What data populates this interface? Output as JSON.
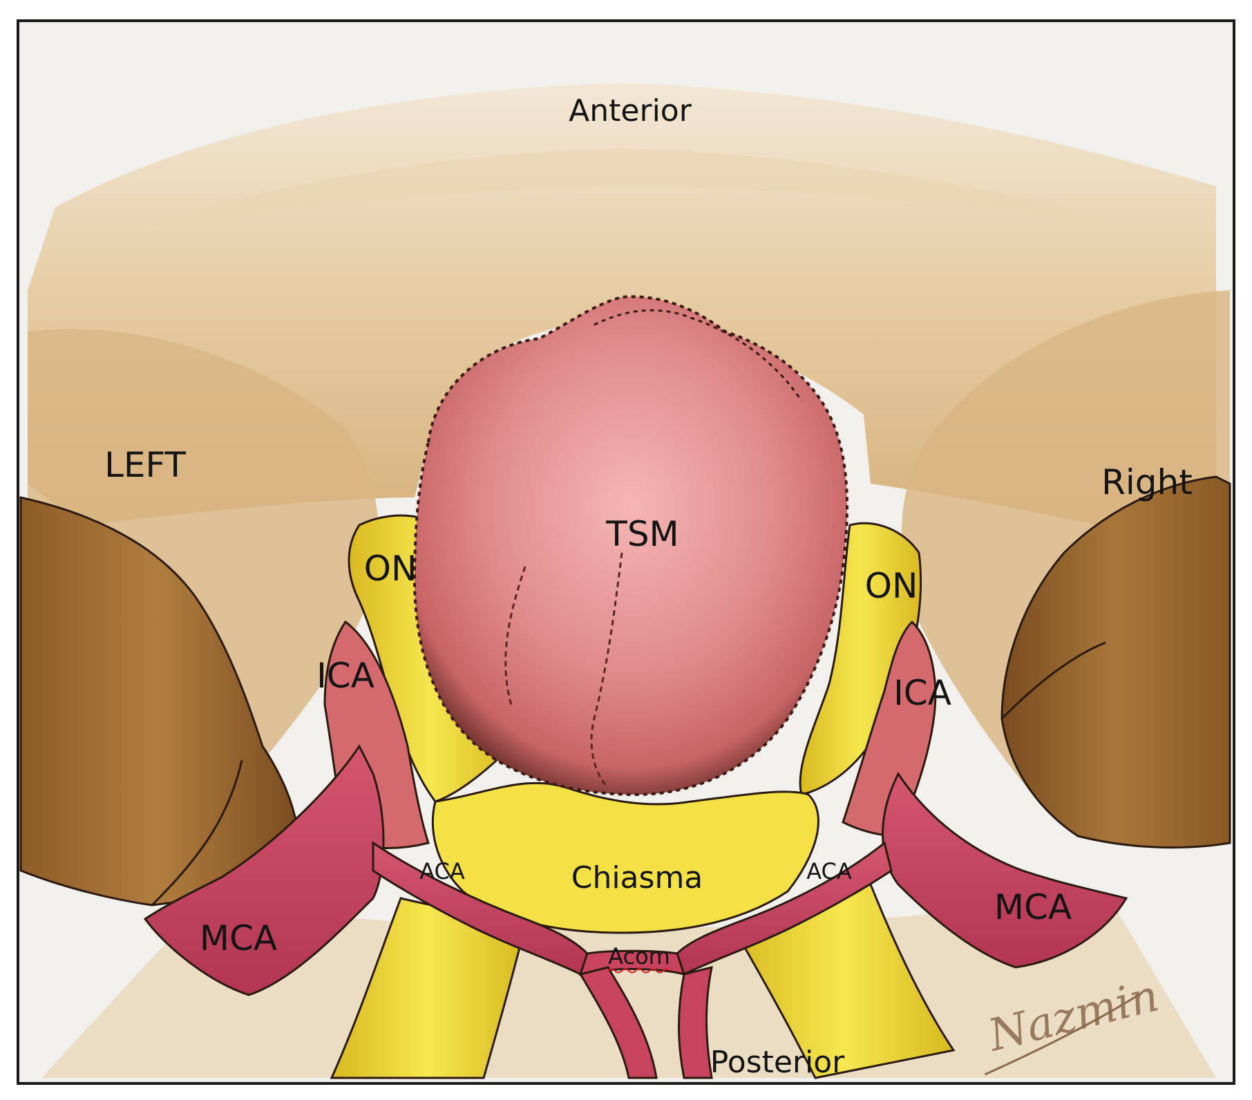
{
  "labels": {
    "anterior": "Anterior",
    "posterior": "Posterior",
    "left": "LEFT",
    "right": "Right",
    "tsm": "TSM",
    "on_left": "ON",
    "on_right": "ON",
    "ica_left": "ICA",
    "ica_right": "ICA",
    "aca_left": "ACA",
    "aca_right": "ACA",
    "mca_left": "MCA",
    "mca_right": "MCA",
    "chiasma": "Chiasma",
    "acom": "Acom"
  },
  "signature": "Nazmin",
  "colors": {
    "background": "#f3f0ec",
    "frame": "#1a1a1a",
    "bone_light": "#e9d3ad",
    "bone_mid": "#d7b07b",
    "bone_dark": "#9c6a33",
    "tumor": "#dd7e80",
    "tumor_dark": "#5a2620",
    "optic_nerve": "#f1dc2c",
    "optic_nerve_edge": "#c7a61c",
    "artery": "#c7435e",
    "artery_dark": "#8e2a40",
    "acom_underline": "#d62020"
  }
}
